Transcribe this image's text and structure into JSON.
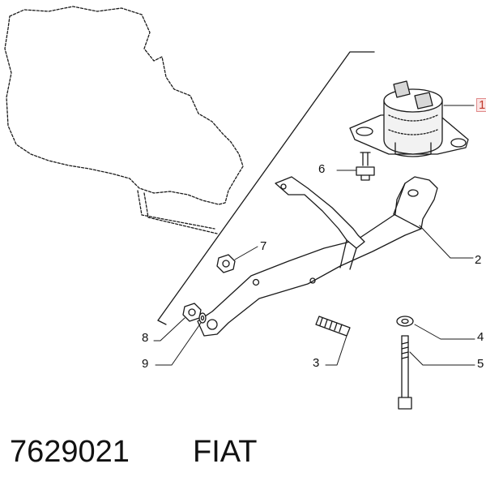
{
  "callouts": {
    "c1": "1",
    "c2": "2",
    "c3": "3",
    "c4": "4",
    "c5": "5",
    "c6": "6",
    "c7": "7",
    "c8": "8",
    "c9": "9"
  },
  "footer": {
    "part_number": "7629021",
    "brand": "FIAT"
  },
  "colors": {
    "ink": "#1a1a1a",
    "highlight_border": "#e08a8a",
    "highlight_fill": "#fbe3e3"
  }
}
